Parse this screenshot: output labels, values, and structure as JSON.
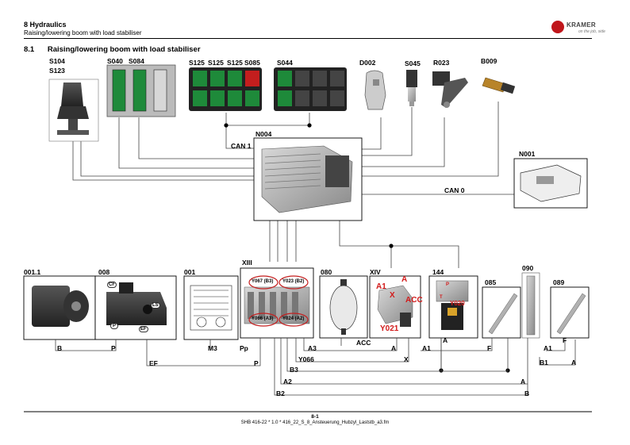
{
  "header": {
    "chapter": "8   Hydraulics",
    "subtitle": "Raising/lowering boom with load stabiliser",
    "brand": "KRAMER",
    "brand_tag": "on the job, side"
  },
  "section": {
    "number": "8.1",
    "title": "Raising/lowering boom with load stabiliser"
  },
  "components_top": {
    "s104": "S104",
    "s123": "S123",
    "s040": "S040",
    "s084": "S084",
    "s125a": "S125",
    "s125b": "S125",
    "s125c": "S125",
    "s085": "S085",
    "s044": "S044",
    "d002": "D002",
    "s045": "S045",
    "r023": "R023",
    "b009": "B009"
  },
  "controller": {
    "n004": "N004",
    "n001": "N001",
    "can1": "CAN 1",
    "can0": "CAN 0"
  },
  "components_bottom": {
    "c0011": "001.1",
    "c008": "008",
    "c001": "001",
    "xiii": "XIII",
    "c080": "080",
    "xiv": "XIV",
    "c144": "144",
    "c085": "085",
    "c090": "090",
    "c089": "089"
  },
  "valves": {
    "y067": "Y067 (B3)",
    "y023": "Y023 (B2)",
    "y066": "Y066 (A3)",
    "y024": "Y024 (A2)"
  },
  "ports": {
    "cf": "CF",
    "ls": "LS",
    "p": "P",
    "ef": "EF",
    "a1": "A1",
    "a": "A",
    "x": "X",
    "acc": "ACC",
    "y021": "Y021",
    "y020": "Y020",
    "p144": "P",
    "t144": "T"
  },
  "lines": {
    "b": "B",
    "p": "P",
    "ef": "EF",
    "p2": "P",
    "m3": "M3",
    "pp": "Pp",
    "a3": "A3",
    "acc": "ACC",
    "a_xiv": "A",
    "a1": "A1",
    "a_144": "A",
    "f": "F",
    "a1_b": "A1",
    "f_b": "F",
    "y066": "Y066",
    "x": "X",
    "b3": "B3",
    "a2": "A2",
    "a2_r": "A",
    "b2": "B2",
    "b2_r": "B",
    "b1": "B1",
    "a_089": "A"
  },
  "footer": {
    "page": "8-1",
    "doc": "SHB 416-22 * 1.0 * 416_22_S_8_Ansteuerung_Hubzyl_Laststb_a3.fm"
  }
}
